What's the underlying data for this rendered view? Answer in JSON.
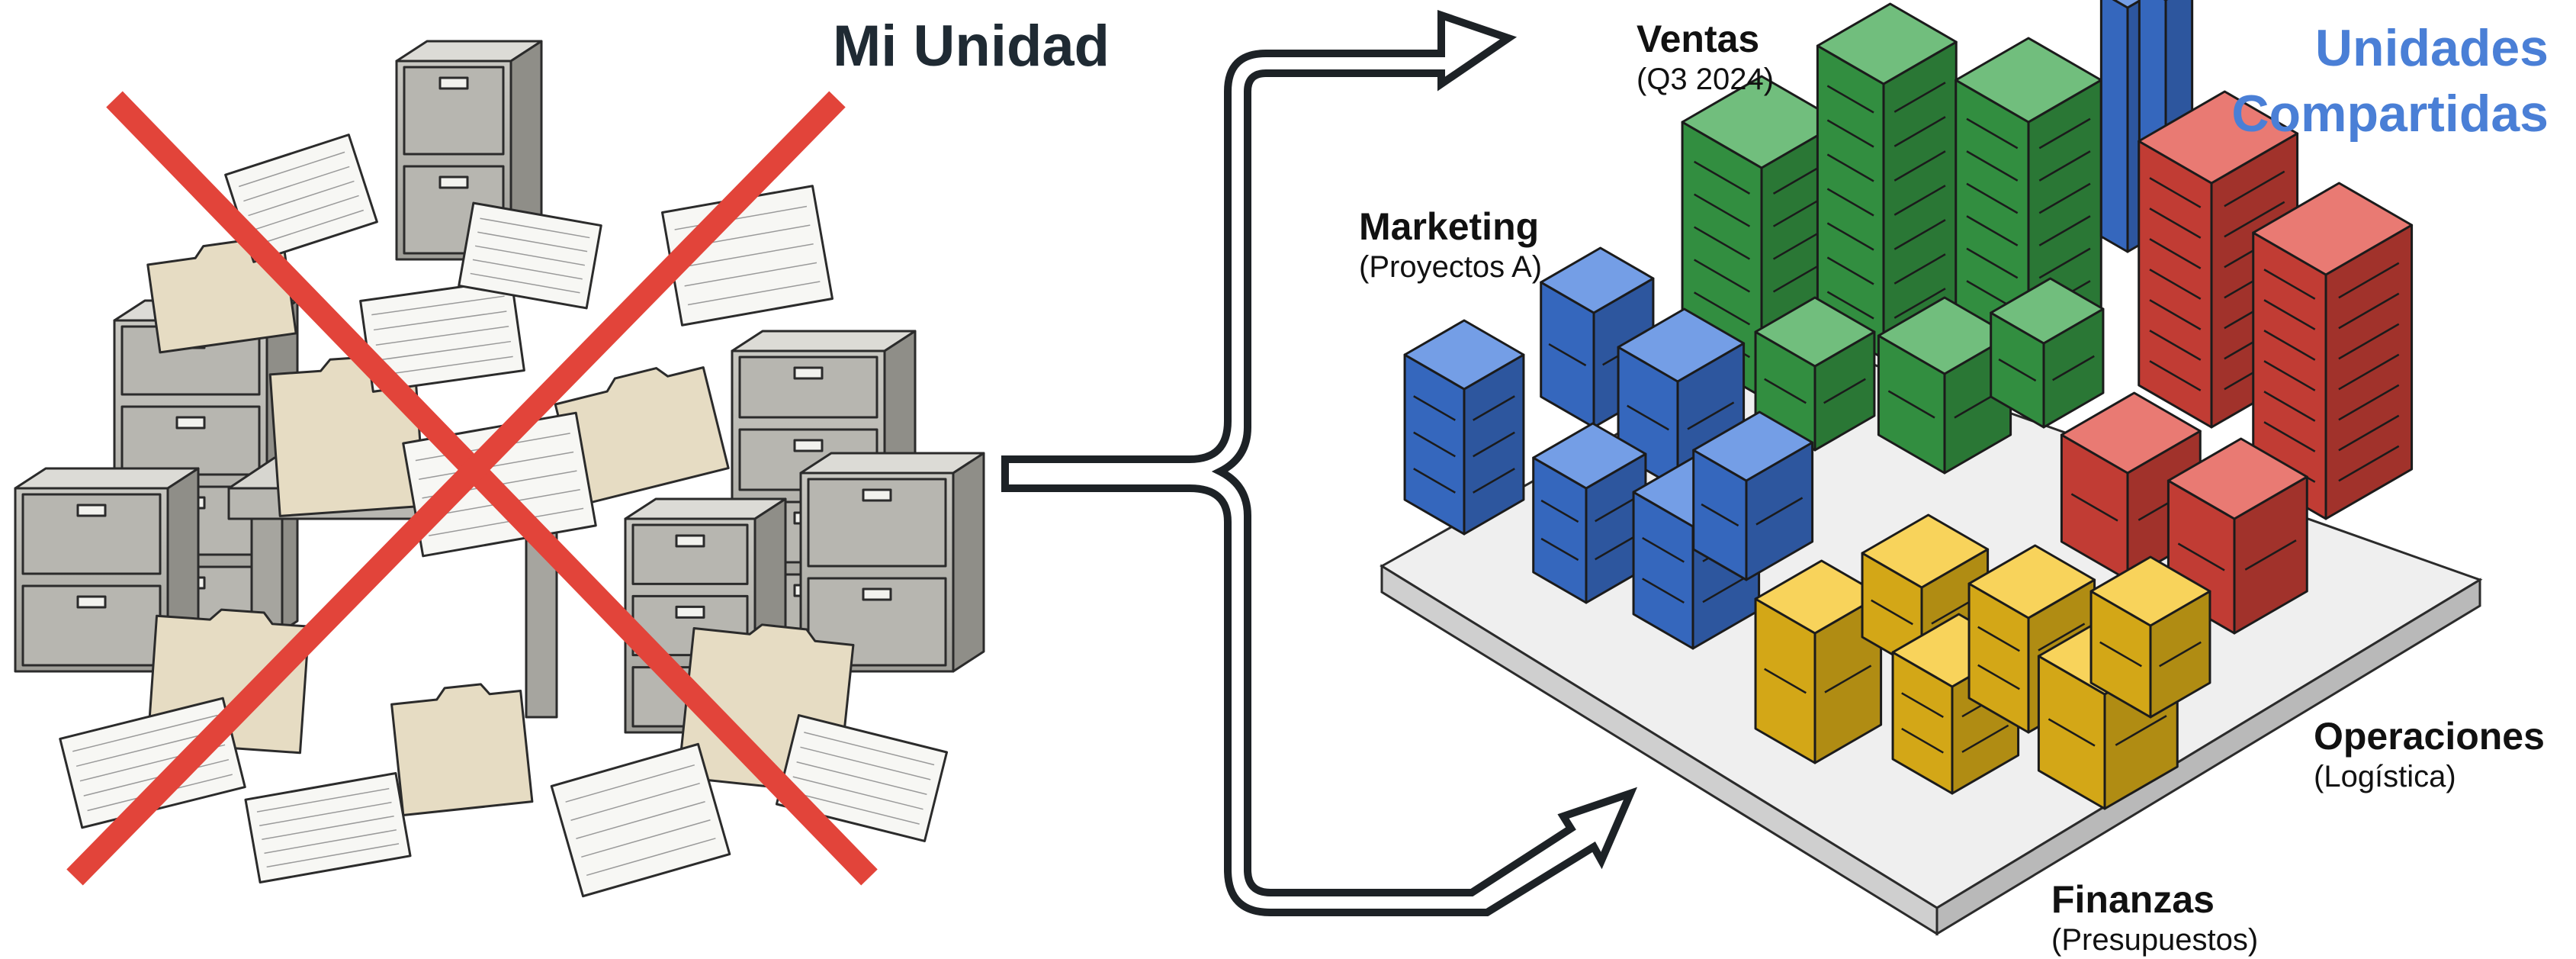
{
  "left": {
    "title": "Mi Unidad",
    "icon": "crossed-out-filing-cabinets",
    "cross_color": "#e2443a"
  },
  "right": {
    "title_line1": "Unidades",
    "title_line2": "Compartidas",
    "title_color": "#4a7fd6",
    "icon": "isometric-shared-drives"
  },
  "arrow": {
    "icon": "branching-arrow"
  },
  "units": {
    "ventas": {
      "name": "Ventas",
      "detail": "(Q3 2024)",
      "color": "#3aa54a"
    },
    "marketing": {
      "name": "Marketing",
      "detail": "(Proyectos A)",
      "color": "#3e78dc"
    },
    "operaciones": {
      "name": "Operaciones",
      "detail": "(Logística)",
      "color": "#e0463c"
    },
    "finanzas": {
      "name": "Finanzas",
      "detail": "(Presupuestos)",
      "color": "#f5c21b"
    }
  }
}
